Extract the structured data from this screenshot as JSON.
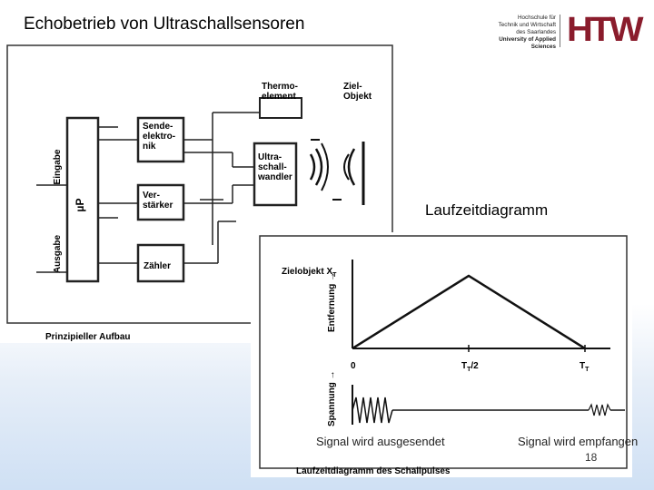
{
  "header": {
    "title": "Echobetrieb von Ultraschallsensoren",
    "logo_lines": [
      "Hochschule für",
      "Technik und Wirtschaft",
      "des Saarlandes",
      "University of Applied Sciences"
    ],
    "logo_mark": "HTW",
    "logo_color": "#8a1c2c"
  },
  "block_diagram": {
    "cpu_label": "µP",
    "left_labels": {
      "input": "Eingabe",
      "output": "Ausgabe"
    },
    "blocks": {
      "sender": "Sende- elektro- nik",
      "amplifier": "Ver- stärker",
      "counter": "Zähler",
      "thermo": "Thermo- element",
      "transducer": "Ultra- schall- wandler",
      "target": "Ziel- Objekt"
    },
    "caption": "Prinzipieller Aufbau"
  },
  "timing_diagram": {
    "heading": "Laufzeitdiagramm",
    "axis_distance": "Entfernung →",
    "axis_voltage": "Spannung →",
    "target_label": "Zielobjekt X",
    "target_sub": "T",
    "ticks": {
      "origin": "0",
      "half": "T",
      "half_sub": "T",
      "half_suffix": "/2",
      "full": "T",
      "full_sub": "T"
    },
    "annotation_sent": "Signal wird ausgesendet",
    "annotation_received": "Signal wird empfangen",
    "caption": "Laufzeitdiagramm des Schallpulses"
  },
  "slide": {
    "page_number": "18"
  }
}
